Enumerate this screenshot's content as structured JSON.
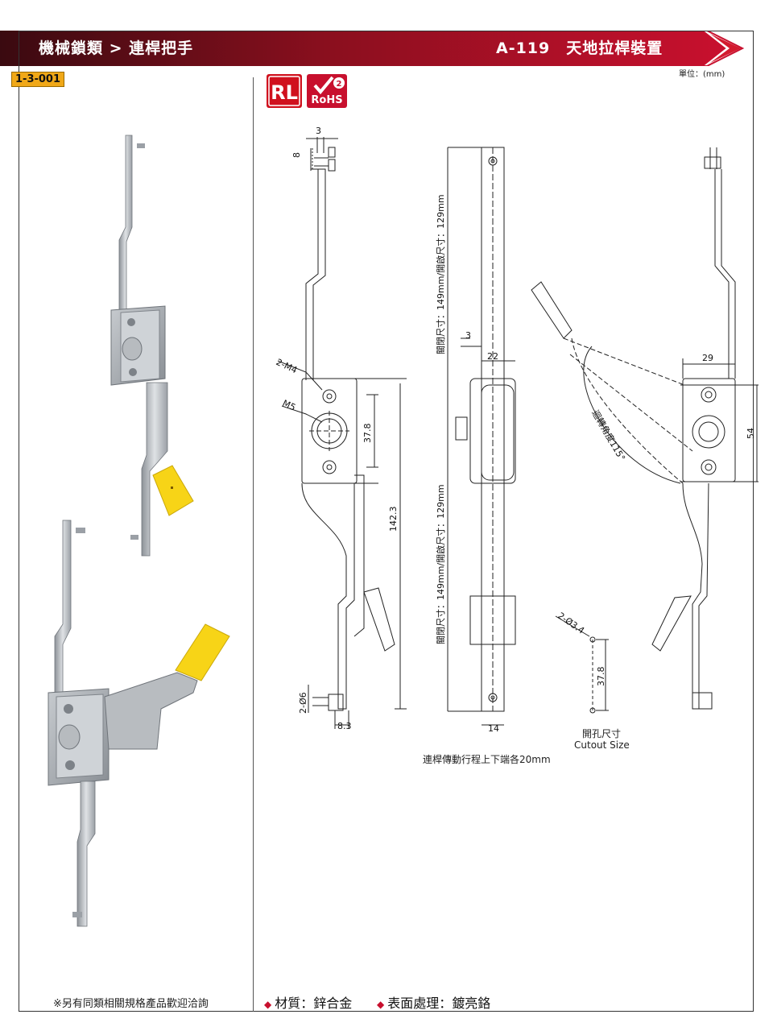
{
  "header": {
    "category": "機械鎖類 > 連桿把手",
    "model": "A-119　天地拉桿裝置",
    "code": "1-3-001",
    "unit": "單位：(mm)"
  },
  "logos": {
    "rl": "RL",
    "rohs": "RoHS",
    "rohs_version": "2"
  },
  "dimensions": {
    "d3_top": "3",
    "d8": "8",
    "thread_2m4": "2-M4",
    "thread_m5": "M5",
    "d37_8": "37.8",
    "d142_3": "142.3",
    "d2_phi6": "2-Ø6",
    "d8_3": "8.3",
    "travel_top": "關閉尺寸：149mm/開啟尺寸：129mm",
    "travel_bottom": "關閉尺寸：149mm/開啟尺寸：129mm",
    "d3_mid": "3",
    "d22": "22",
    "d14": "14",
    "d29": "29",
    "d54": "54",
    "rotation": "迴轉角度115°",
    "cutout_holes": "2-Ø3.4",
    "cutout_37_8": "37.8"
  },
  "captions": {
    "travel": "連桿傳動行程上下端各20mm",
    "cutout_zh": "開孔尺寸",
    "cutout_en": "Cutout Size"
  },
  "footer": {
    "note": "※另有同類相關規格產品歡迎洽詢",
    "material": "材質：鋅合金",
    "finish": "表面處理：鍍亮鉻"
  },
  "colors": {
    "header_dark": "#7a0f1a",
    "header_red": "#c8102e",
    "tag_orange": "#f0a818",
    "handle_yellow": "#f7d417"
  }
}
